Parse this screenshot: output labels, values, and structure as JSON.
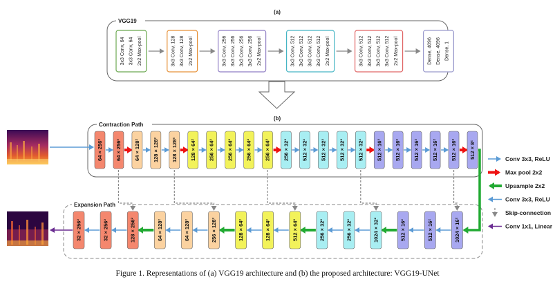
{
  "labels": {
    "part_a": "(a)",
    "part_b": "(b)",
    "vgg_title": "VGG19",
    "contraction": "Contraction Path",
    "expansion": "Expansion Path"
  },
  "vgg_blocks": [
    {
      "color": "#6aa84f",
      "layers": [
        "3x3 Conv, 64",
        "3x3 Conv, 64",
        "2x2 Max-pool"
      ]
    },
    {
      "color": "#e69138",
      "layers": [
        "3x3 Conv, 128",
        "3x3 Conv, 128",
        "2x2 Max-pool"
      ]
    },
    {
      "color": "#8e7cc3",
      "layers": [
        "3x3 Conv, 256",
        "3x3 Conv, 256",
        "3x3 Conv, 256",
        "3x3 Conv, 256",
        "2x2 Max-pool"
      ]
    },
    {
      "color": "#45b5c4",
      "layers": [
        "3x3 Conv, 512",
        "3x3 Conv, 512",
        "3x3 Conv, 512",
        "3x3 Conv, 512",
        "2x2 Max-pool"
      ]
    },
    {
      "color": "#e06666",
      "layers": [
        "3x3 Conv, 512",
        "3x3 Conv, 512",
        "3x3 Conv, 512",
        "3x3 Conv, 512",
        "2x2 Max-pool"
      ]
    },
    {
      "color": "#9999cc",
      "layers": [
        "Dense, 4096",
        "Dense, 4096",
        "Dense, 1"
      ]
    }
  ],
  "contraction_blocks": [
    {
      "label": "64 × 256²",
      "color": "#f4876e"
    },
    {
      "label": "64 × 256²",
      "color": "#f4876e"
    },
    {
      "label": "64 × 128²",
      "color": "#fbd2a0"
    },
    {
      "label": "128 × 128²",
      "color": "#fbd2a0"
    },
    {
      "label": "128 × 128²",
      "color": "#fbd2a0"
    },
    {
      "label": "128 × 64²",
      "color": "#f2f25a"
    },
    {
      "label": "256 × 64²",
      "color": "#f2f25a"
    },
    {
      "label": "256 × 64²",
      "color": "#f2f25a"
    },
    {
      "label": "256 × 64²",
      "color": "#f2f25a"
    },
    {
      "label": "256 × 64²",
      "color": "#f2f25a"
    },
    {
      "label": "256 × 32²",
      "color": "#a8eef2"
    },
    {
      "label": "512 × 32²",
      "color": "#a8eef2"
    },
    {
      "label": "512 × 32²",
      "color": "#a8eef2"
    },
    {
      "label": "512 × 32²",
      "color": "#a8eef2"
    },
    {
      "label": "512 × 32²",
      "color": "#a8eef2"
    },
    {
      "label": "512 × 16²",
      "color": "#a8a8f0"
    },
    {
      "label": "512 × 16²",
      "color": "#a8a8f0"
    },
    {
      "label": "512 × 16²",
      "color": "#a8a8f0"
    },
    {
      "label": "512 × 16²",
      "color": "#a8a8f0"
    },
    {
      "label": "512 × 16²",
      "color": "#a8a8f0"
    },
    {
      "label": "512 × 8²",
      "color": "#a8a8f0"
    }
  ],
  "expansion_blocks": [
    {
      "label": "32 × 256²",
      "color": "#f4876e"
    },
    {
      "label": "32 × 256²",
      "color": "#f4876e"
    },
    {
      "label": "128 × 256²",
      "color": "#f4876e"
    },
    {
      "label": "64 × 128²",
      "color": "#fbd2a0"
    },
    {
      "label": "64 × 128²",
      "color": "#fbd2a0"
    },
    {
      "label": "256 × 128²",
      "color": "#fbd2a0"
    },
    {
      "label": "128 × 64²",
      "color": "#f2f25a"
    },
    {
      "label": "128 × 64²",
      "color": "#f2f25a"
    },
    {
      "label": "512 × 64²",
      "color": "#f2f25a"
    },
    {
      "label": "256 × 32²",
      "color": "#a8eef2"
    },
    {
      "label": "256 × 32²",
      "color": "#a8eef2"
    },
    {
      "label": "1024 × 32²",
      "color": "#a8eef2"
    },
    {
      "label": "512 × 16²",
      "color": "#a8a8f0"
    },
    {
      "label": "512 × 16²",
      "color": "#a8a8f0"
    },
    {
      "label": "1024 × 16²",
      "color": "#a8a8f0"
    }
  ],
  "legend": [
    {
      "label": "Conv 3x3, ReLU",
      "kind": "arrow-blue"
    },
    {
      "label": "Max pool 2x2",
      "kind": "arrow-red"
    },
    {
      "label": "Upsample 2x2",
      "kind": "arrow-green"
    },
    {
      "label": "Conv 3x3, ReLU",
      "kind": "arrow-blue-left"
    },
    {
      "label": "Skip-connection",
      "kind": "arrow-gray-down"
    },
    {
      "label": "Conv 1x1, Linear",
      "kind": "arrow-purple-left"
    }
  ],
  "caption": "Figure 1. Representations of (a) VGG19 architecture and (b) the proposed architecture: VGG19-UNet",
  "colors": {
    "blue_arrow": "#5b9bd5",
    "red_arrow": "#ee1111",
    "green_arrow": "#22aa33",
    "gray_arrow": "#888888",
    "purple_arrow": "#6a2c91"
  }
}
